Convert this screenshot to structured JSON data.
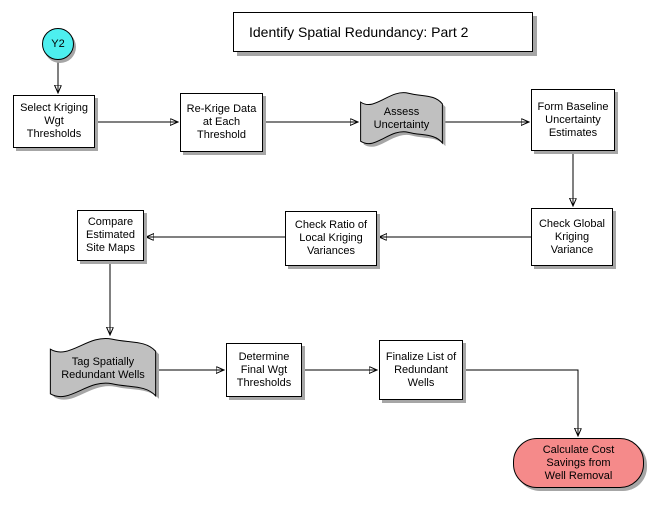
{
  "title": "Identify Spatial Redundancy: Part 2",
  "start": {
    "label": "Y2"
  },
  "nodes": {
    "select_kriging": {
      "type": "process",
      "label": "Select Kriging\nWgt\nThresholds"
    },
    "re_krige": {
      "type": "process",
      "label": "Re-Krige Data\nat Each\nThreshold"
    },
    "assess_uncertainty": {
      "type": "wave",
      "label": "Assess\nUncertainty"
    },
    "form_baseline": {
      "type": "process",
      "label": "Form Baseline\nUncertainty\nEstimates"
    },
    "check_global": {
      "type": "process",
      "label": "Check Global\nKriging\nVariance"
    },
    "check_ratio": {
      "type": "process",
      "label": "Check Ratio of\nLocal Kriging\nVariances"
    },
    "compare_maps": {
      "type": "process",
      "label": "Compare\nEstimated\nSite Maps"
    },
    "tag_wells": {
      "type": "wave",
      "label": "Tag Spatially\nRedundant Wells"
    },
    "determine_final": {
      "type": "process",
      "label": "Determine\nFinal Wgt\nThresholds"
    },
    "finalize_list": {
      "type": "process",
      "label": "Finalize List of\nRedundant\nWells"
    },
    "calculate_cost": {
      "type": "terminator",
      "label": "Calculate Cost\nSavings from\nWell Removal"
    }
  },
  "edges": [
    {
      "from": "start",
      "to": "select_kriging"
    },
    {
      "from": "select_kriging",
      "to": "re_krige"
    },
    {
      "from": "re_krige",
      "to": "assess_uncertainty"
    },
    {
      "from": "assess_uncertainty",
      "to": "form_baseline"
    },
    {
      "from": "form_baseline",
      "to": "check_global"
    },
    {
      "from": "check_global",
      "to": "check_ratio"
    },
    {
      "from": "check_ratio",
      "to": "compare_maps"
    },
    {
      "from": "compare_maps",
      "to": "tag_wells"
    },
    {
      "from": "tag_wells",
      "to": "determine_final"
    },
    {
      "from": "determine_final",
      "to": "finalize_list"
    },
    {
      "from": "finalize_list",
      "to": "calculate_cost"
    }
  ],
  "colors": {
    "start_fill": "#4DEFEF",
    "wave_fill": "#C0C0C0",
    "end_fill": "#F58A8A",
    "shadow": "#A6A6A6",
    "line": "#000000"
  }
}
